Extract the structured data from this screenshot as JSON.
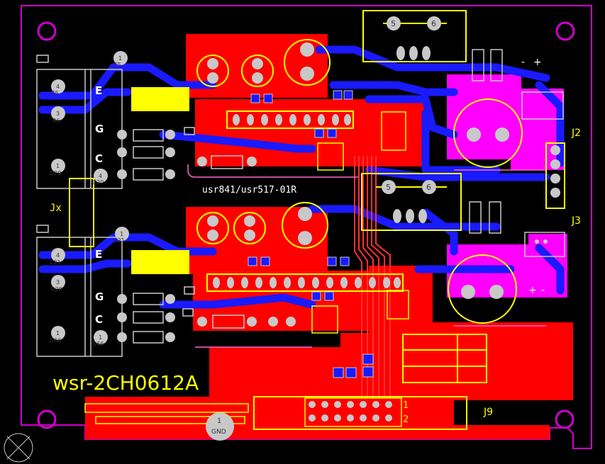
{
  "board": {
    "title": "wsr-2CH0612A",
    "subtitle": "usr841/usr517-01R",
    "colors": {
      "background": "#000000",
      "copper_top": "#ff0000",
      "copper_bottom": "#1a1aff",
      "silkscreen": "#ffff00",
      "outline": "#d000d0",
      "pad": "#c8c8c8",
      "keepout": "#ff00ff"
    }
  },
  "connectors": {
    "jx": "Jx",
    "j2": "J2",
    "j3": "J3",
    "j9": "J9",
    "gnd_pad": {
      "num": "1",
      "label": "GND"
    },
    "j9_pin1": "1",
    "j9_pin2": "2"
  },
  "channels": [
    {
      "id": "upper",
      "letters": [
        "E",
        "G",
        "C"
      ],
      "pads": [
        {
          "num": "1",
          "ref": "C5"
        },
        {
          "num": "4",
          "ref": "C5"
        },
        {
          "num": "3",
          "ref": "R6"
        },
        {
          "num": "1",
          "ref": "D20"
        },
        {
          "num": "4",
          "ref": "D20"
        }
      ]
    },
    {
      "id": "lower",
      "letters": [
        "E",
        "G",
        "C"
      ],
      "pads": [
        {
          "num": "1",
          "ref": "C21"
        },
        {
          "num": "4",
          "ref": "C21"
        },
        {
          "num": "3",
          "ref": "R20"
        },
        {
          "num": "1",
          "ref": "D66"
        },
        {
          "num": "1",
          "ref": "D66"
        }
      ]
    }
  ],
  "transformers": [
    {
      "pin_a": "5",
      "pin_b": "6"
    },
    {
      "pin_a": "5",
      "pin_b": "6"
    }
  ],
  "polarity": {
    "upper": [
      "-",
      "+"
    ],
    "lower": [
      "+",
      "-"
    ]
  }
}
